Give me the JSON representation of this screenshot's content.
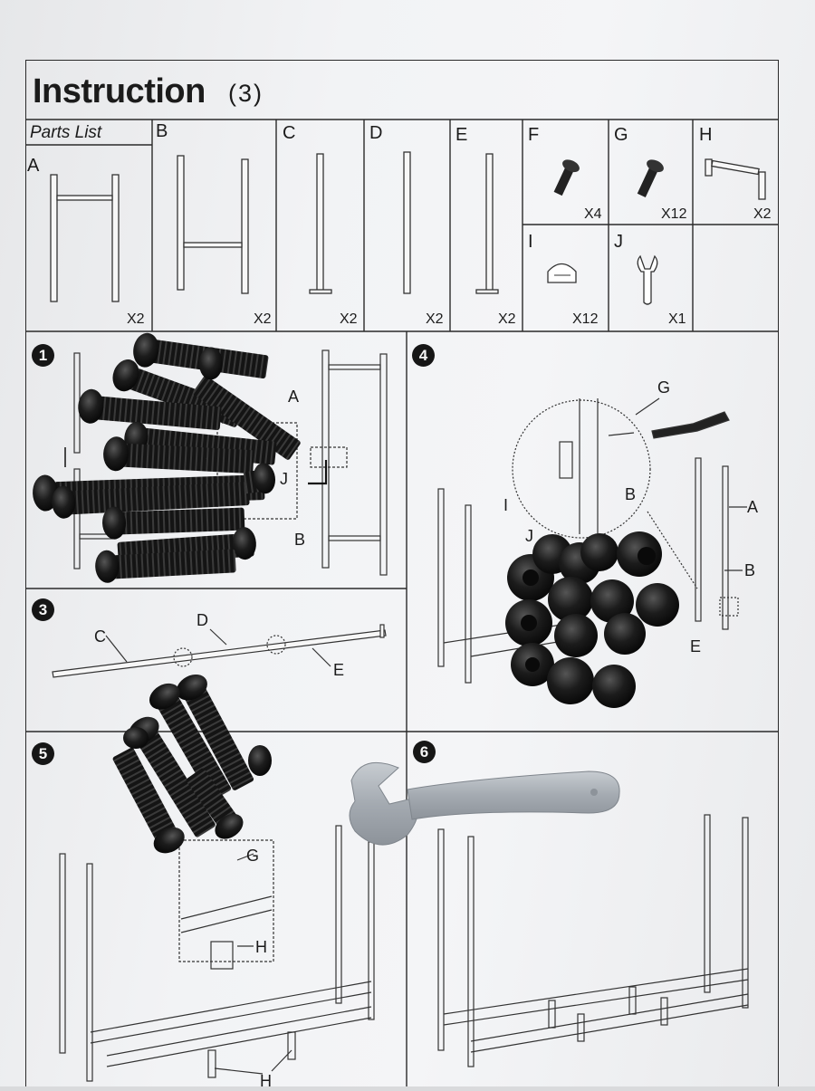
{
  "title": "Instruction",
  "page": "(3)",
  "parts_list_label": "Parts List",
  "parts": [
    {
      "letter": "A",
      "qty": "X2"
    },
    {
      "letter": "B",
      "qty": "X2"
    },
    {
      "letter": "C",
      "qty": "X2"
    },
    {
      "letter": "D",
      "qty": "X2"
    },
    {
      "letter": "E",
      "qty": "X2"
    },
    {
      "letter": "F",
      "qty": "X4"
    },
    {
      "letter": "G",
      "qty": "X12"
    },
    {
      "letter": "H",
      "qty": "X2"
    },
    {
      "letter": "I",
      "qty": "X12"
    },
    {
      "letter": "J",
      "qty": "X1"
    }
  ],
  "steps": [
    {
      "number": "1",
      "callouts": [
        "A",
        "J",
        "B"
      ]
    },
    {
      "number": "3",
      "callouts": [
        "C",
        "D",
        "E"
      ]
    },
    {
      "number": "4",
      "callouts": [
        "G",
        "B",
        "A",
        "I",
        "J",
        "B",
        "E"
      ]
    },
    {
      "number": "5",
      "callouts": [
        "G",
        "H",
        "H"
      ]
    },
    {
      "number": "6",
      "callouts": []
    }
  ],
  "colors": {
    "paper": "#f2f3f5",
    "ink": "#1b1b1b",
    "hardware": "#1a1a1a",
    "wrench": "#a9afb6"
  }
}
